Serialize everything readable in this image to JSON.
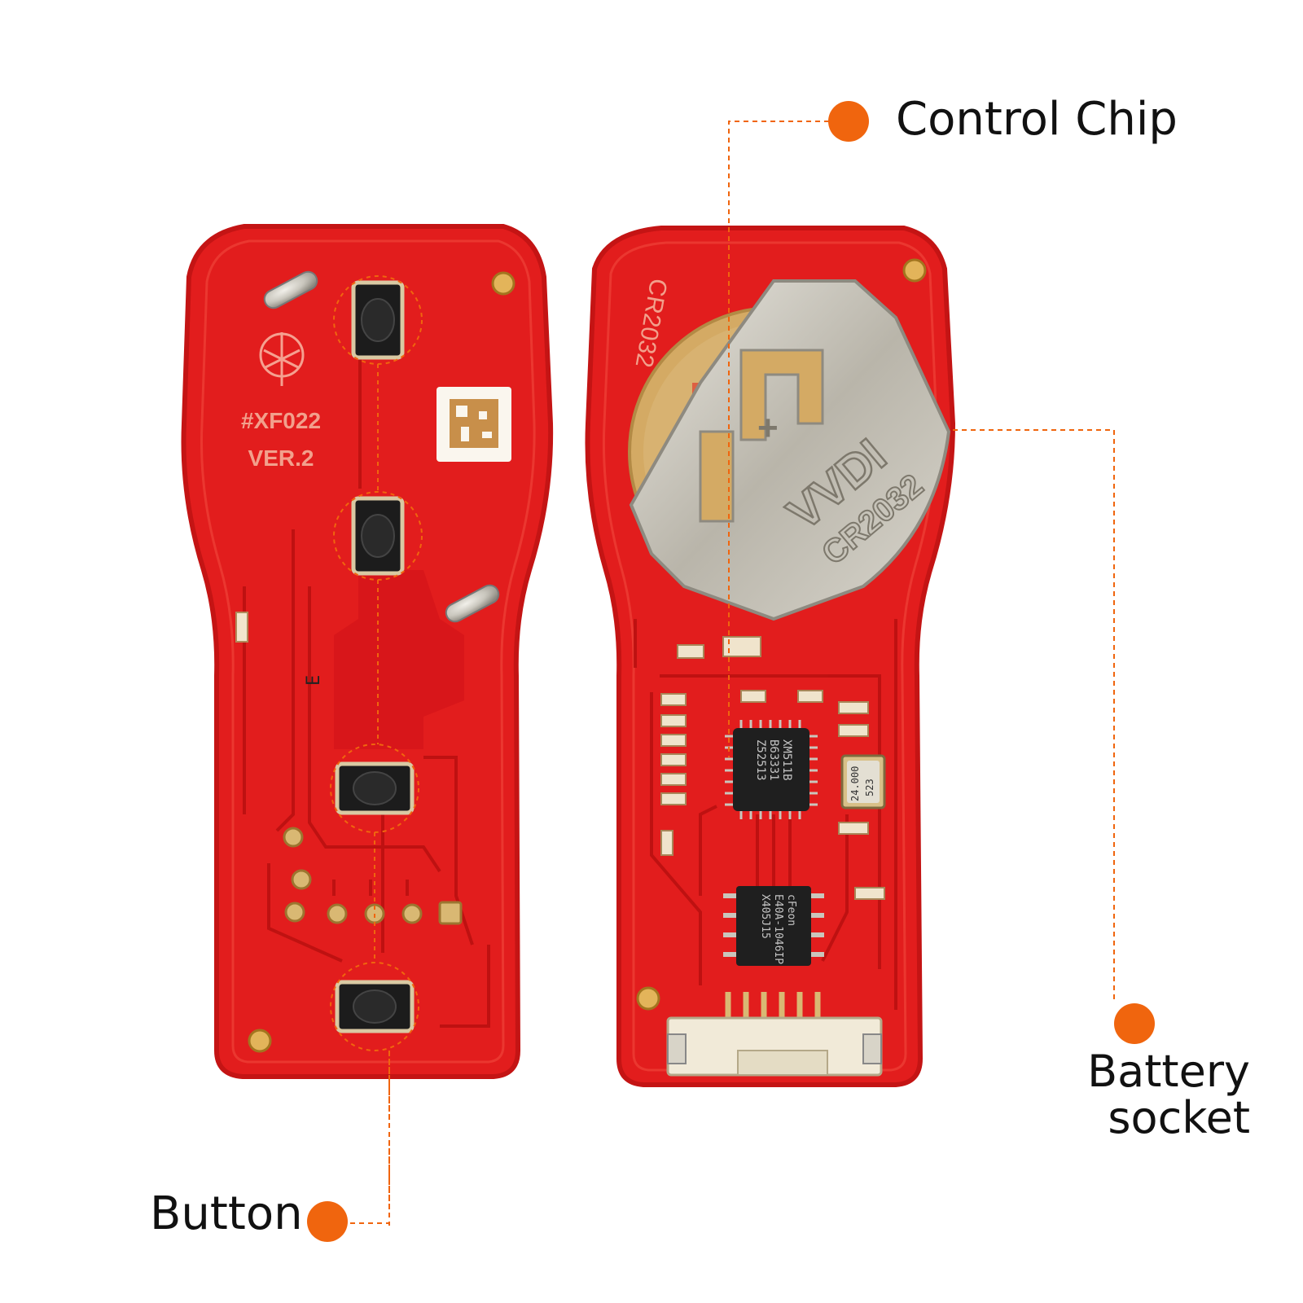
{
  "colors": {
    "pcb_red": "#e21d1d",
    "pcb_edge": "#c41414",
    "trace_red": "#b8100f",
    "callout_orange": "#f0650e",
    "metal": "#c9c6bd",
    "gold": "#d8a95a"
  },
  "callouts": {
    "control_chip": "Control Chip",
    "button": "Button",
    "battery_socket_line1": "Battery",
    "battery_socket_line2": "socket"
  },
  "board_front": {
    "model_code": "#XF022",
    "version": "VER.2"
  },
  "board_back": {
    "battery_model_silk": "CR2032",
    "clip_brand": "VVDI",
    "clip_battery_model": "CR2032",
    "chip_main_text": [
      "XM511B",
      "B63331",
      "Z52513"
    ],
    "chip_flash_text": [
      "cFeon",
      "E40A-1046IP",
      "X405J15"
    ],
    "crystal_text": [
      "24.000",
      "523"
    ]
  }
}
